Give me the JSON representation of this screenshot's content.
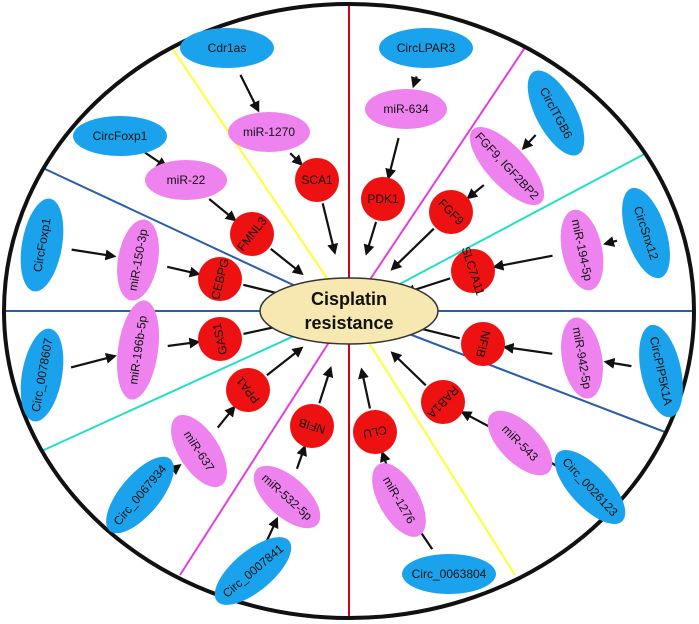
{
  "center": {
    "line1": "Cisplatin",
    "line2": "resistance"
  },
  "colors": {
    "circ": "#1aa3ec",
    "mirna": "#ee82ee",
    "gene": "#ee1111",
    "center": "#f7e7b0",
    "divider_red": "#d0021b",
    "divider_pink": "#e040e0",
    "divider_yellow": "#ffff33",
    "divider_cyan": "#20e0c8",
    "divider_blue": "#2a5ea8",
    "border": "#111111",
    "arrow": "#111111"
  },
  "pathways": [
    {
      "id": "cdr1as",
      "circ": "Cdr1as",
      "mirna": "miR-1270",
      "gene": "SCA1"
    },
    {
      "id": "circlpar3",
      "circ": "CircLPAR3",
      "mirna": "miR-634",
      "gene": "PDK1"
    },
    {
      "id": "circitgb6",
      "circ": "CircITGB6",
      "mirna": "FGF9, IGF2BP2",
      "gene": "FGF9"
    },
    {
      "id": "circsnx12",
      "circ": "CircSnx12",
      "mirna": "miR-194-5p",
      "gene": "SLC7A11"
    },
    {
      "id": "circpip5k1a",
      "circ": "CircPIP5K1A",
      "mirna": "miR-942-5p",
      "gene": "NFIB"
    },
    {
      "id": "circ0026123",
      "circ": "Circ_0026123",
      "mirna": "miR-543",
      "gene": "RAB1A"
    },
    {
      "id": "circ0063804",
      "circ": "Circ_0063804",
      "mirna": "miR-1276",
      "gene": "CLU"
    },
    {
      "id": "circ0007841",
      "circ": "Circ_0007841",
      "mirna": "miR-532-5p",
      "gene": "NFIB"
    },
    {
      "id": "circ0067934",
      "circ": "Circ_0067934",
      "mirna": "miR-637",
      "gene": "PPA1"
    },
    {
      "id": "circ0078607",
      "circ": "Circ_0078607",
      "mirna": "miR-196b-5p",
      "gene": "GAS1"
    },
    {
      "id": "circfoxp1-a",
      "circ": "CircFoxp1",
      "mirna": "miR-150-3p",
      "gene": "CEBPG"
    },
    {
      "id": "circfoxp1-b",
      "circ": "CircFoxp1",
      "mirna": "miR-22",
      "gene": "FMNL3"
    }
  ]
}
